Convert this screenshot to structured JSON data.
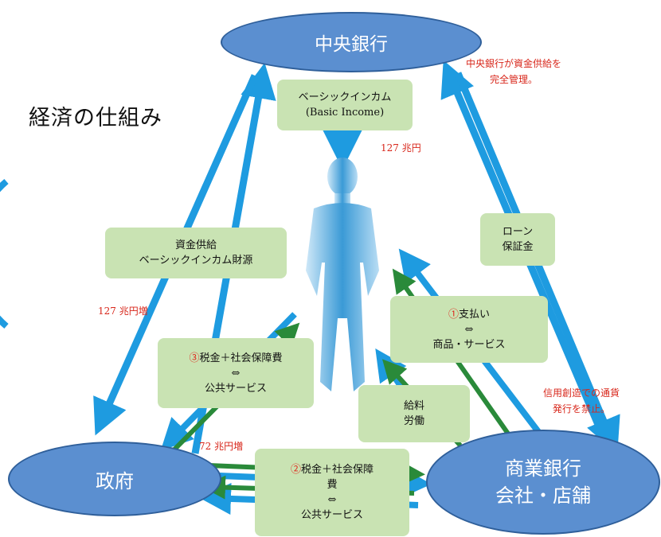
{
  "title": "経済の仕組み",
  "nodes": {
    "central_bank": "中央銀行",
    "government": "政府",
    "commercial_line1": "商業銀行",
    "commercial_line2": "会社・店舗"
  },
  "boxes": {
    "basic_income": {
      "line1": "ベーシックインカム",
      "line2": "(Basic Income)"
    },
    "fund_supply": {
      "line1": "資金供給",
      "line2": "ベーシックインカム財源"
    },
    "loan": {
      "line1": "ローン",
      "line2": "保証金"
    },
    "payment": {
      "mark": "①",
      "line1": "支払い",
      "line2": "⇔",
      "line3": "商品・サービス"
    },
    "tax3": {
      "mark": "③",
      "line1": "税金＋社会保障費",
      "line2": "⇔",
      "line3": "公共サービス"
    },
    "salary": {
      "line1": "給料",
      "line2": "労働"
    },
    "tax2": {
      "mark": "②",
      "line1": "税金＋社会保障",
      "line1b": "費",
      "line2": "⇔",
      "line3": "公共サービス"
    }
  },
  "labels": {
    "bi_amount": "127 兆円",
    "fund_increase": "127 兆円増",
    "tax_increase": "72 兆円増",
    "central_note_1": "中央銀行が資金供給を",
    "central_note_2": "完全管理。",
    "credit_note_1": "信用創造での通貨",
    "credit_note_2": "発行を禁止。"
  },
  "colors": {
    "node_fill": "#5b8fd0",
    "box_fill": "#c9e3b3",
    "arrow_blue": "#1e9be0",
    "arrow_green": "#2a8a3a",
    "note_red": "#e0241b"
  }
}
